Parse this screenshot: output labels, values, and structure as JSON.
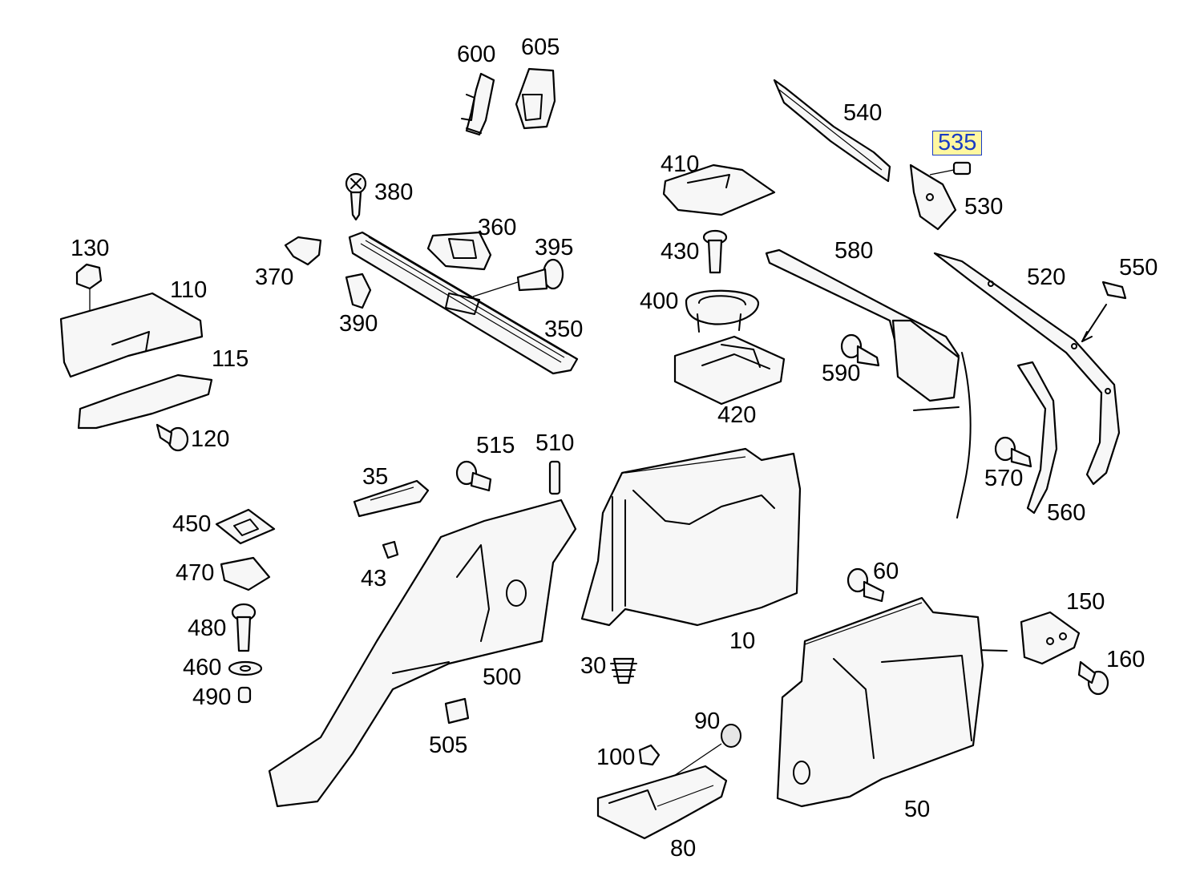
{
  "diagram": {
    "labels": [
      "600",
      "605",
      "540",
      "535",
      "530",
      "410",
      "380",
      "360",
      "395",
      "370",
      "390",
      "350",
      "430",
      "400",
      "420",
      "580",
      "520",
      "550",
      "130",
      "110",
      "115",
      "120",
      "590",
      "570",
      "560",
      "515",
      "510",
      "35",
      "43",
      "450",
      "470",
      "480",
      "460",
      "490",
      "500",
      "505",
      "30",
      "10",
      "60",
      "150",
      "160",
      "90",
      "100",
      "80",
      "50"
    ],
    "highlighted_label": "535",
    "highlight_colors": {
      "background": "#fff7a0",
      "text": "#1a3cc4"
    }
  }
}
